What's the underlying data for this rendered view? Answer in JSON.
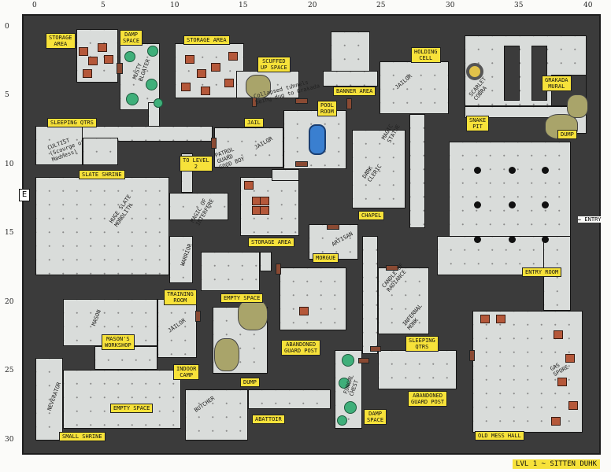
{
  "title": "LVL 1 ~ SITTEN DUHK",
  "x_ticks": [
    "0",
    "5",
    "10",
    "15",
    "20",
    "25",
    "30",
    "35",
    "40"
  ],
  "y_ticks": [
    "0",
    "5",
    "10",
    "15",
    "20",
    "25",
    "30"
  ],
  "entrance_marker": "E",
  "entry_label": "← ENTRY",
  "labels": [
    "STORAGE\nAREA",
    "DAMP\nSPACE",
    "STORAGE AREA",
    "SCUFFED\nUP SPACE",
    "BANNER AREA",
    "HOLDING\nCELL",
    "GRAKADA\nMURAL",
    "POOL\nROOM",
    "SLEEPING QTRS",
    "JAIL",
    "SNAKE\nPIT",
    "DUMP",
    "TO LEVEL\n2",
    "SLATE SHRINE",
    "CHAPEL",
    "STORAGE AREA",
    "MORGUE",
    "ENTRY ROOM",
    "TRAINING\nROOM",
    "EMPTY SPACE",
    "MASON'S\nWORKSHOP",
    "ABANDONED\nGUARD POST",
    "SLEEPING\nQTRS",
    "INDOOR\nCAMP",
    "DUMP",
    "ABANDONED\nGUARD POST",
    "EMPTY SPACE",
    "DAMP\nSPACE",
    "ABATTOIR",
    "SMALL SHRINE",
    "OLD MESS HALL"
  ],
  "notes": [
    "MUSTY\nBLOATER",
    "JAILOR",
    "SCARLET\nCOBRA",
    "CULTIST\n(Scourge of\nMadness)",
    "PATROL\nGUARD\nGOOD BOY",
    "JAILOR",
    "DARK\nCLERIC",
    "MAGIC\nSTATUE",
    "HUGE SLATE\nMONOLITH",
    "MAGIC OF\nINTERFERE",
    "ARTISAN",
    "WARRIOR",
    "MASON",
    "JAILOR",
    "CANDLE OF\nRADIANCE",
    "INFERNAL\nMONK",
    "NEVERATOR",
    "FUNGAL\nCHEST",
    "BUTCHER",
    "GAS\nSPORE",
    "Collapsed tunnels\nbeing dug to Grakada"
  ],
  "colors": {
    "wall": "#3b3b3b",
    "floor": "#d9dcda",
    "label": "#f7e23a",
    "door": "#8a4a33",
    "water": "#3a7fd0",
    "fungus": "#3faf7a"
  }
}
